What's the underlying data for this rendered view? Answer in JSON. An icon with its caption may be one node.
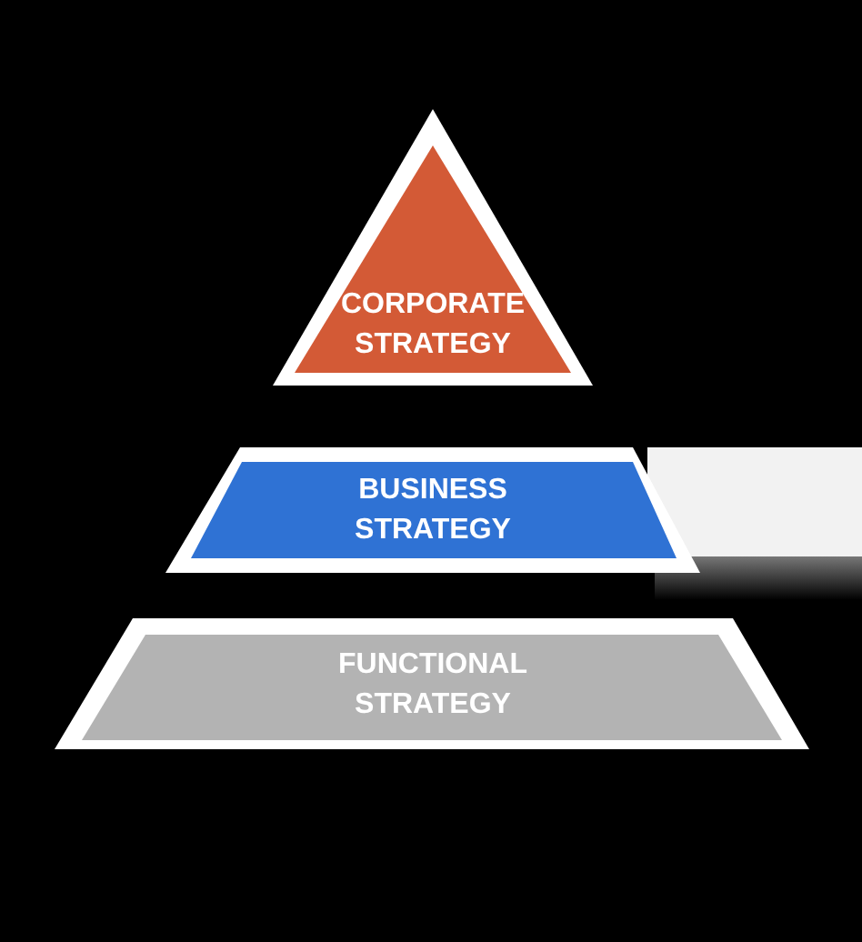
{
  "diagram": {
    "nodes": [
      {
        "text": [
          "CORPORATE STRATEGY"
        ]
      },
      {
        "text": [
          "BUSINESS STRATEGY"
        ]
      },
      {
        "text": [
          "FUNCTIONAL STRATEGY"
        ]
      }
    ]
  }
}
